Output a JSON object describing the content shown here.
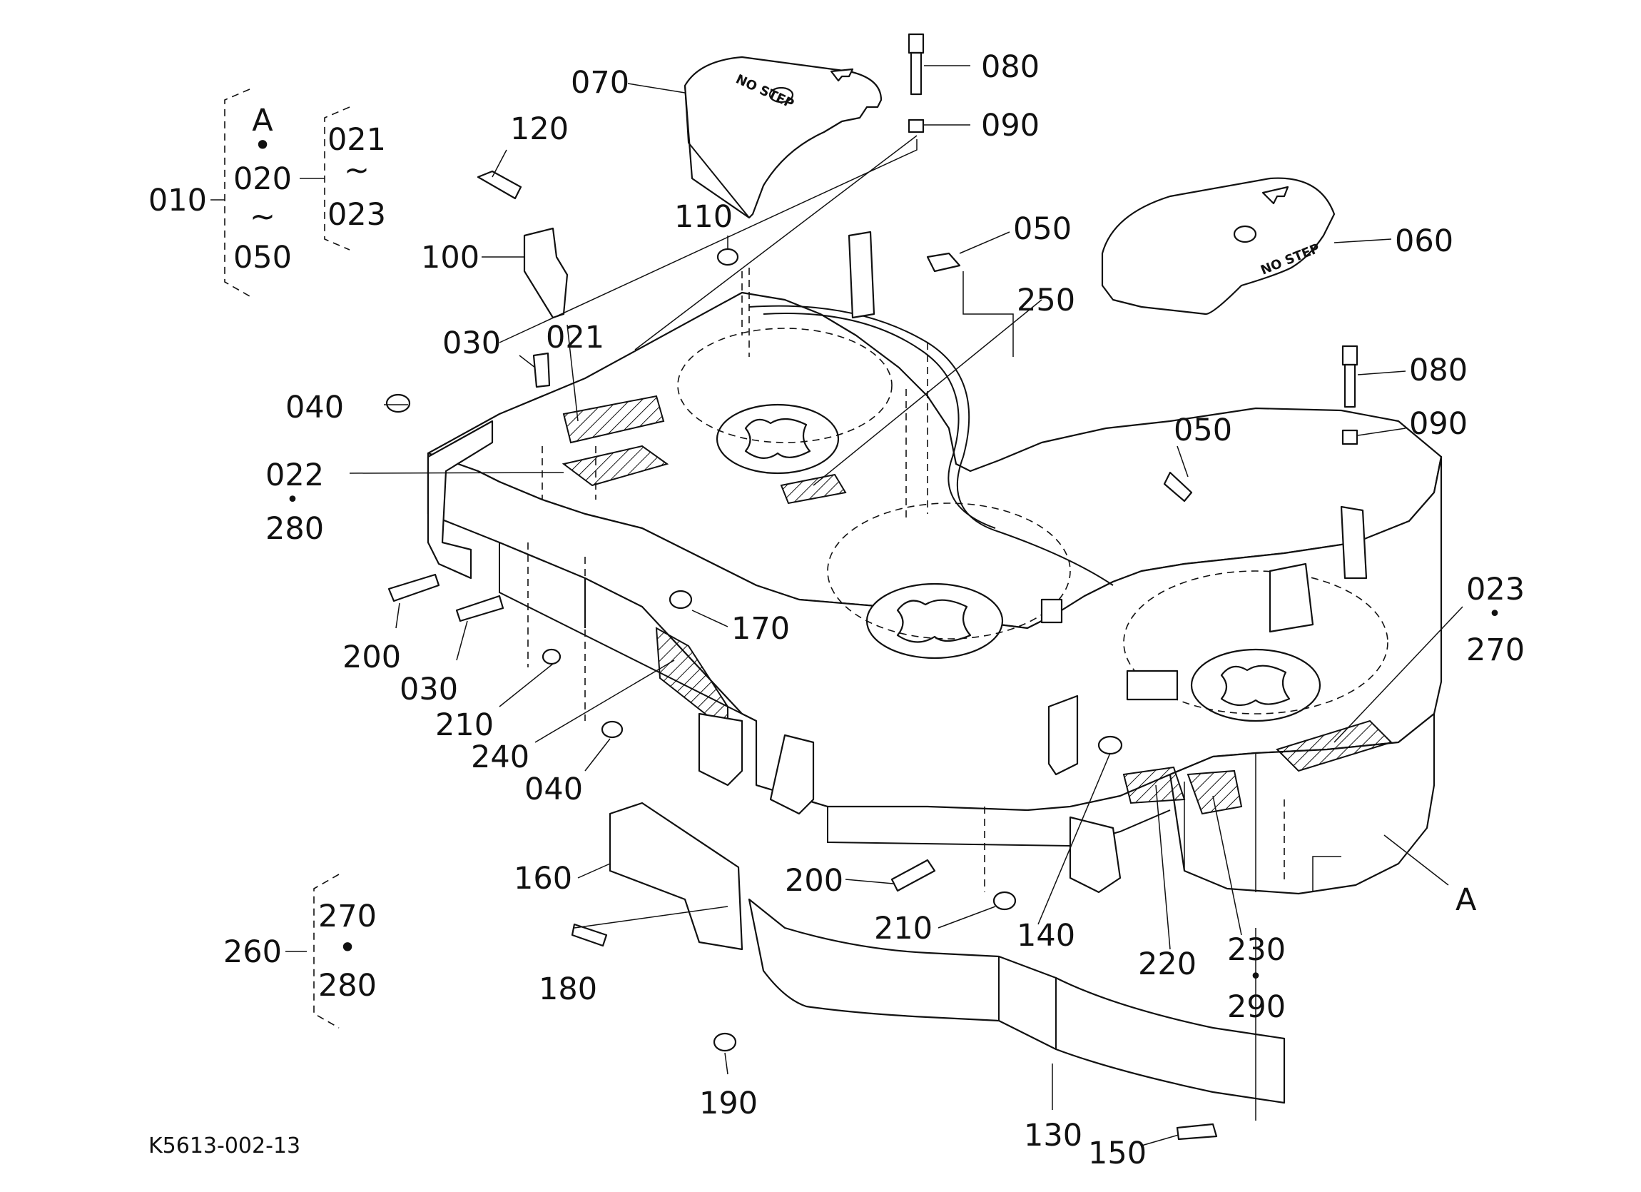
{
  "drawing_code": "K5613-002-13",
  "decal_text": "NO STEP",
  "set_a": {
    "group": "010",
    "letter": "A",
    "part": "020",
    "range_to": "050",
    "subgroup_from": "021",
    "subgroup_to": "023",
    "tilde": "~",
    "dot": "•"
  },
  "set_b": {
    "group": "260",
    "first": "270",
    "second": "280",
    "dot": "•"
  },
  "callouts": {
    "c070": "070",
    "c080a": "080",
    "c090a": "090",
    "c120": "120",
    "c110": "110",
    "c050a": "050",
    "c060": "060",
    "c100": "100",
    "c250": "250",
    "c030a": "030",
    "c021": "021",
    "c040a": "040",
    "c022": "022",
    "c280a": "280",
    "c080b": "080",
    "c090b": "090",
    "c050b": "050",
    "c023": "023",
    "c270a": "270",
    "c200a": "200",
    "c030b": "030",
    "c170": "170",
    "c210a": "210",
    "c240": "240",
    "c040b": "040",
    "c160": "160",
    "c200b": "200",
    "c210b": "210",
    "c140": "140",
    "c220": "220",
    "c230": "230",
    "c290": "290",
    "cA": "A",
    "c180": "180",
    "c190": "190",
    "c130": "130",
    "c150": "150"
  }
}
